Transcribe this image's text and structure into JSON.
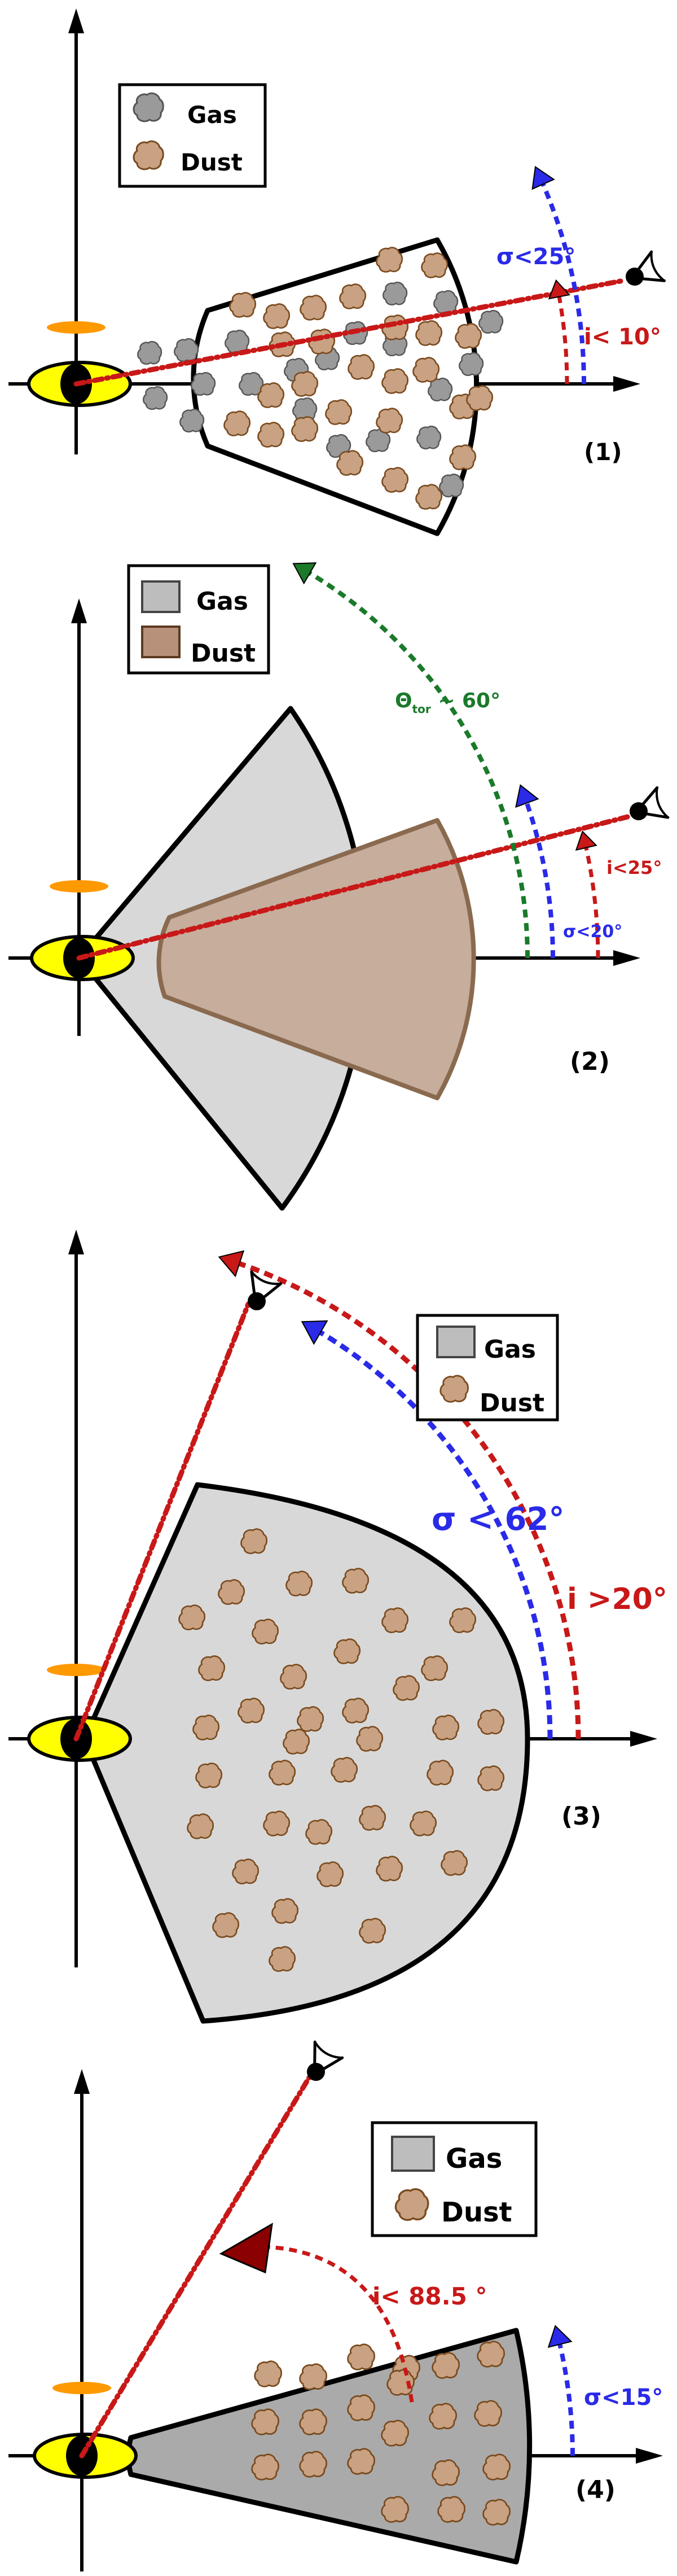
{
  "colors": {
    "gas_fill": "#d8d8d8",
    "gas_cloud": "#9a9a9a",
    "dust_fill": "#c8a282",
    "dust_stroke": "#7a4a1e",
    "sigma_blue": "#2a2ae8",
    "incl_red": "#c81818",
    "theta_green": "#1a7a2a",
    "agn_yellow": "#ffff00",
    "ring_orange": "#ff9900"
  },
  "legend": {
    "gas": "Gas",
    "dust": "Dust"
  },
  "panels": [
    {
      "id": "1",
      "label": "(1)",
      "sigma": "σ<25°",
      "incl": "i< 10°"
    },
    {
      "id": "2",
      "label": "(2)",
      "sigma": "σ<20°",
      "incl": "i<25°",
      "theta_main": "Θ",
      "theta_sub": "tor",
      "theta_rest": " ~ 60°"
    },
    {
      "id": "3",
      "label": "(3)",
      "sigma": "σ < 62°",
      "incl": "i >20°"
    },
    {
      "id": "4",
      "label": "(4)",
      "sigma": "σ<15°",
      "incl": "i< 88.5 °"
    }
  ]
}
